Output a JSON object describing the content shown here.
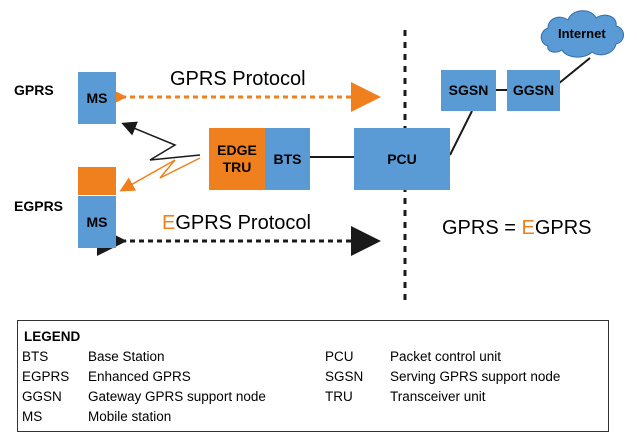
{
  "mobiles": {
    "gprs_label": "GPRS",
    "egprs_label": "EGPRS",
    "ms_top": "MS",
    "ms_bottom": "MS"
  },
  "protocols": {
    "gprs": "GPRS Protocol",
    "egprs_prefix": "E",
    "egprs_rest": "GPRS Protocol"
  },
  "network": {
    "edge_tru": "EDGE TRU",
    "bts": "BTS",
    "pcu": "PCU",
    "sgsn": "SGSN",
    "ggsn": "GGSN",
    "internet": "Internet"
  },
  "equation": {
    "left": "GPRS = ",
    "accent": "E",
    "right": "GPRS"
  },
  "legend": {
    "title": "LEGEND",
    "rows": [
      [
        {
          "abbr": "BTS",
          "desc": "Base Station"
        },
        {
          "abbr": "PCU",
          "desc": "Packet control unit"
        }
      ],
      [
        {
          "abbr": "EGPRS",
          "desc": "Enhanced GPRS"
        },
        {
          "abbr": "SGSN",
          "desc": "Serving GPRS support node"
        }
      ],
      [
        {
          "abbr": "GGSN",
          "desc": "Gateway GPRS support node"
        },
        {
          "abbr": "TRU",
          "desc": "Transceiver unit"
        }
      ],
      [
        {
          "abbr": "MS",
          "desc": "Mobile station"
        }
      ]
    ]
  },
  "colors": {
    "box": "#5b9bd5",
    "accent": "#f07f1e",
    "line": "#1a1a1a"
  }
}
